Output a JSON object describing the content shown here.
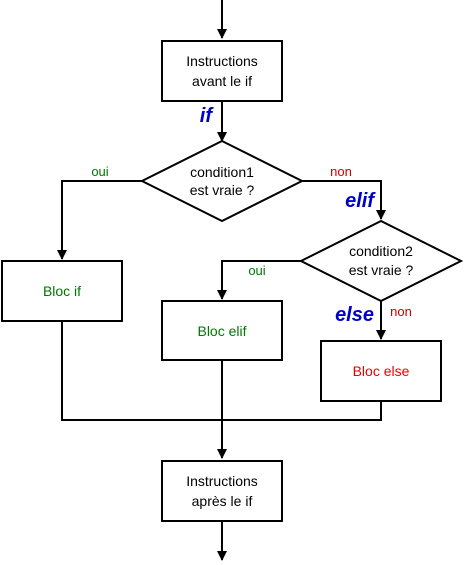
{
  "colors": {
    "stroke": "#000000",
    "keyword": "#0000cc",
    "oui": "#007700",
    "non": "#cc0000",
    "bloc_if": "#007700",
    "bloc_elif": "#007700",
    "bloc_else": "#ee0000"
  },
  "nodes": {
    "start": {
      "line1": "Instructions",
      "line2": "avant le if"
    },
    "cond1": {
      "line1": "condition1",
      "line2": "est vraie ?"
    },
    "cond2": {
      "line1": "condition2",
      "line2": "est vraie ?"
    },
    "bloc_if": {
      "label": "Bloc if"
    },
    "bloc_elif": {
      "label": "Bloc elif"
    },
    "bloc_else": {
      "label": "Bloc else"
    },
    "end": {
      "line1": "Instructions",
      "line2": "après le if"
    }
  },
  "keywords": {
    "if": "if",
    "elif": "elif",
    "else": "else"
  },
  "branches": {
    "cond1_yes": "oui",
    "cond1_no": "non",
    "cond2_yes": "oui",
    "cond2_no": "non"
  }
}
